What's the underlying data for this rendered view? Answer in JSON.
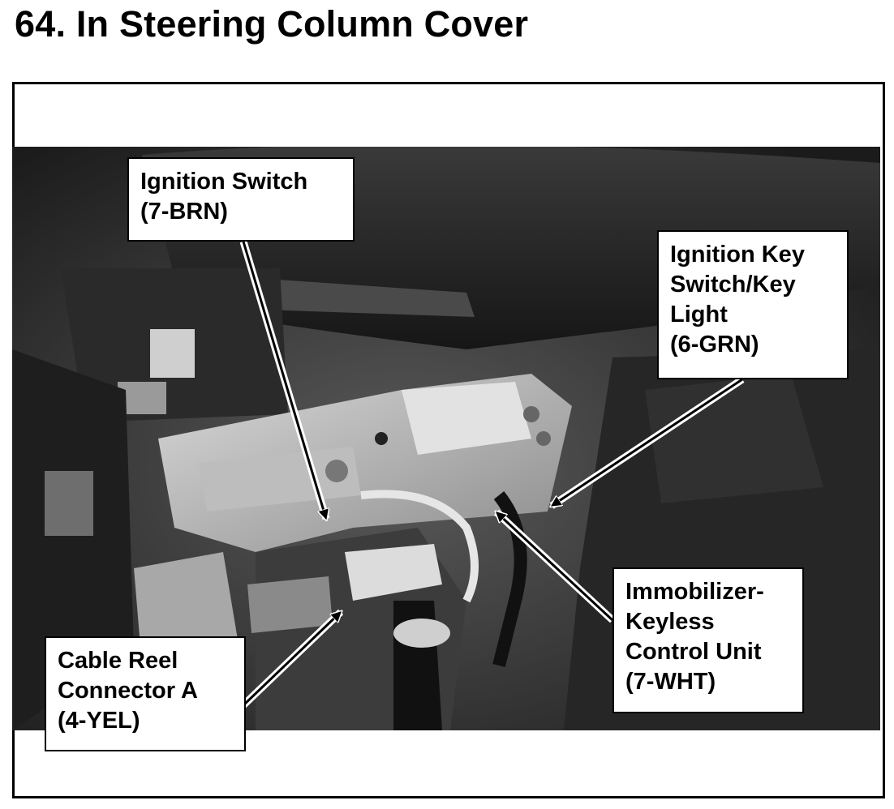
{
  "page_title": "64.  In Steering Column Cover",
  "callouts": {
    "ignition_switch": [
      "Ignition Switch",
      "(7-BRN)"
    ],
    "ignition_key_switch": [
      "Ignition Key",
      "Switch/Key",
      "Light",
      "(6-GRN)"
    ],
    "immobilizer": [
      "Immobilizer-",
      "Keyless",
      "Control Unit",
      "(7-WHT)"
    ],
    "cable_reel": [
      "Cable Reel",
      "Connector A",
      "(4-YEL)"
    ]
  },
  "colors": {
    "border": "#000000",
    "background": "#ffffff",
    "photo": "grayscale"
  }
}
